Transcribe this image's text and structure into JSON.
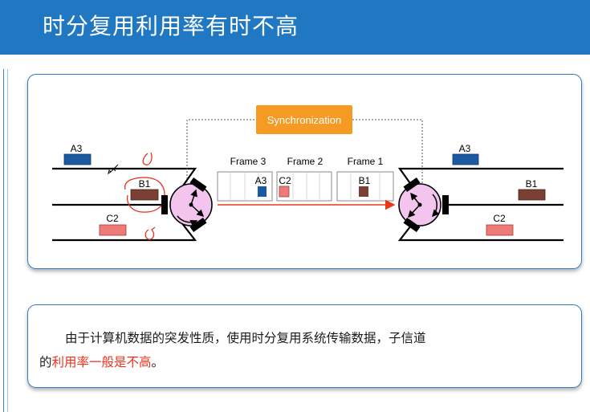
{
  "header": {
    "title": "时分复用利用率有时不高"
  },
  "diagram": {
    "sync_label": "Synchronization",
    "frames": [
      {
        "label": "Frame 3",
        "slot_label": "A3"
      },
      {
        "label": "Frame 2",
        "slot_label": "C2"
      },
      {
        "label": "Frame 1",
        "slot_label": "B1"
      }
    ],
    "input_labels": {
      "a": "A3",
      "b": "B1",
      "c": "C2"
    },
    "output_labels": {
      "a": "A3",
      "b": "B1",
      "c": "C2"
    },
    "colors": {
      "a": "#1b5aa0",
      "b": "#7a4034",
      "c": "#ef7a7a",
      "sync_box": "#f59a23",
      "mux_disc": "#f2c4ee",
      "arrow": "#e5381c",
      "annotation": "#e8321e"
    }
  },
  "caption": {
    "line1": "由于计算机数据的突发性质，使用时分复用系统传输数据，子信道",
    "line2_prefix": "的",
    "line2_highlight": "利用率一般是不高",
    "line2_suffix": "。"
  }
}
